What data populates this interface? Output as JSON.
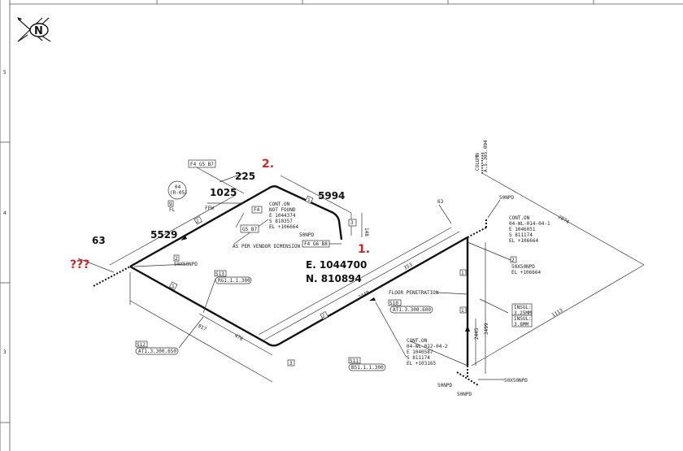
{
  "frame": {
    "rows": [
      "5",
      "4",
      "3"
    ]
  },
  "north_arrow": {
    "label": "N"
  },
  "markers": {
    "point1": "1.",
    "point2": "2.",
    "unknown": "???"
  },
  "coordinates": {
    "east": "E. 1044700",
    "north": "N. 810894"
  },
  "dimensions": {
    "d225": "225",
    "d1025": "1025",
    "d5994": "5994",
    "d5529": "5529",
    "d63_left": "63",
    "d148": "148",
    "d817": "817",
    "d476": "476",
    "d2448": "2448",
    "d353": "353",
    "d63_right": "63",
    "d2874": "2874",
    "d1113": "1113",
    "d2445": "2445",
    "d3499": "3499"
  },
  "labels": {
    "f4g5b7": "F4 G5 B7",
    "weld_circle_top": "04",
    "weld_circle_bottom": "(R-05)",
    "tag9": "9",
    "fl": "FL",
    "ffw": "FFW",
    "f4": "F4",
    "g5b7": "G5 B7",
    "as_per_vendor": "AS PER VENDOR DIMENSION",
    "f4g6b8": "F4 G6 B8",
    "npd50_top": "50NPD",
    "tag3_top": "3",
    "tag2_left": "2",
    "npd_50x50_left": "50X50NPD",
    "s13": "S13",
    "s13_ref": "RG1.1.1.300",
    "s12": "S12",
    "s12_ref": "AT1.3.300.650",
    "tag3_bottom": "3",
    "s10": "S10",
    "s10_ref": "AT1.3.300.600",
    "s11": "S11",
    "s11_ref": "BS1.1.1.300",
    "floor_penetration": "FLOOR PENETRATION",
    "npd50_right": "50NPD",
    "tag2_right": "2",
    "npd_50x50_right": "50X50NPD",
    "el_right": "EL +106664",
    "insul1": [
      "INSUL:",
      "3.25MM"
    ],
    "insul2": [
      "INSUL:",
      "3.8MM"
    ],
    "column": "COLUMN",
    "column_ref": "A.5.305.004",
    "npd_50x50_bottom": "50X50NPD",
    "npd50_bottom1": "50NPD",
    "npd50_bottom2": "50NPD",
    "pipe_tag": "1"
  },
  "cont_blocks": {
    "top": [
      "CONT.ON",
      "NOT FOUND",
      "E 1044374",
      "S 810357",
      "EL +106664"
    ],
    "right": [
      "CONT.ON",
      "04-WL-014-04-1",
      "E 1046051",
      "S 811174",
      "EL +106664"
    ],
    "bottom": [
      "CONT.ON",
      "04-WL-012-04-2",
      "E 1040587",
      "S 811174",
      "EL +103165"
    ]
  }
}
